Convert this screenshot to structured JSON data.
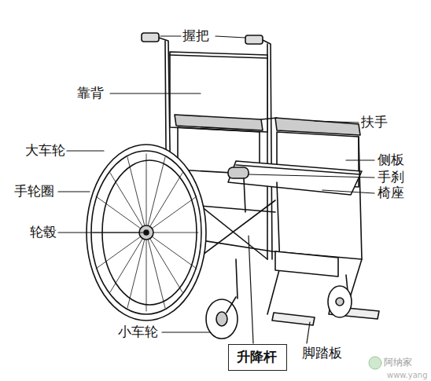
{
  "diagram": {
    "nodes": [
      {
        "text": [
          "升降杆"
        ]
      }
    ],
    "labels": [
      "握把",
      "靠背",
      "扶手",
      "大车轮",
      "侧板",
      "手刹",
      "手轮圈",
      "椅座",
      "轮毂",
      "小车轮",
      "脚踏板",
      "阿纳家",
      "www.yang"
    ]
  }
}
